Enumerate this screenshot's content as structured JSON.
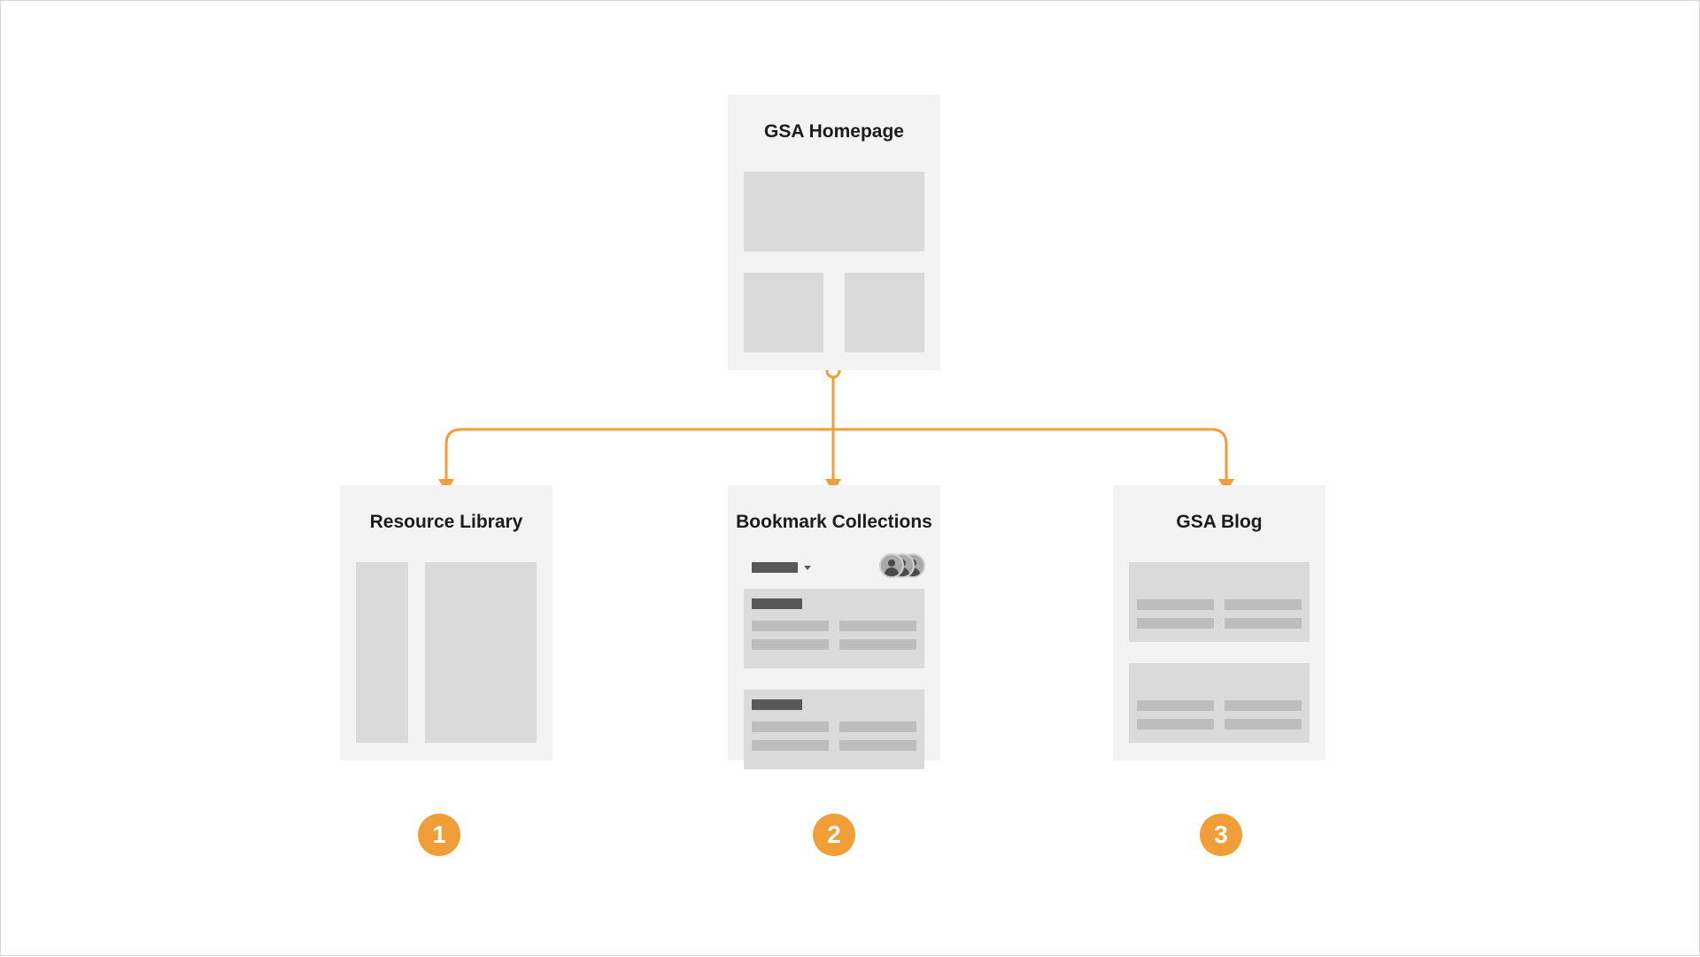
{
  "nodes": {
    "homepage": {
      "title": "GSA Homepage"
    },
    "resource_library": {
      "title": "Resource Library"
    },
    "bookmark_collections": {
      "title": "Bookmark Collections"
    },
    "gsa_blog": {
      "title": "GSA Blog"
    }
  },
  "badges": [
    {
      "label": "1"
    },
    {
      "label": "2"
    },
    {
      "label": "3"
    }
  ],
  "colors": {
    "accent": "#F29E38",
    "card_bg": "#F3F3F3",
    "block": "#DADADA",
    "bar_light": "#BDBDBD",
    "bar_dark": "#585858"
  },
  "icons": {
    "user_group": "user-group-icon",
    "dropdown": "chevron-down-icon"
  }
}
